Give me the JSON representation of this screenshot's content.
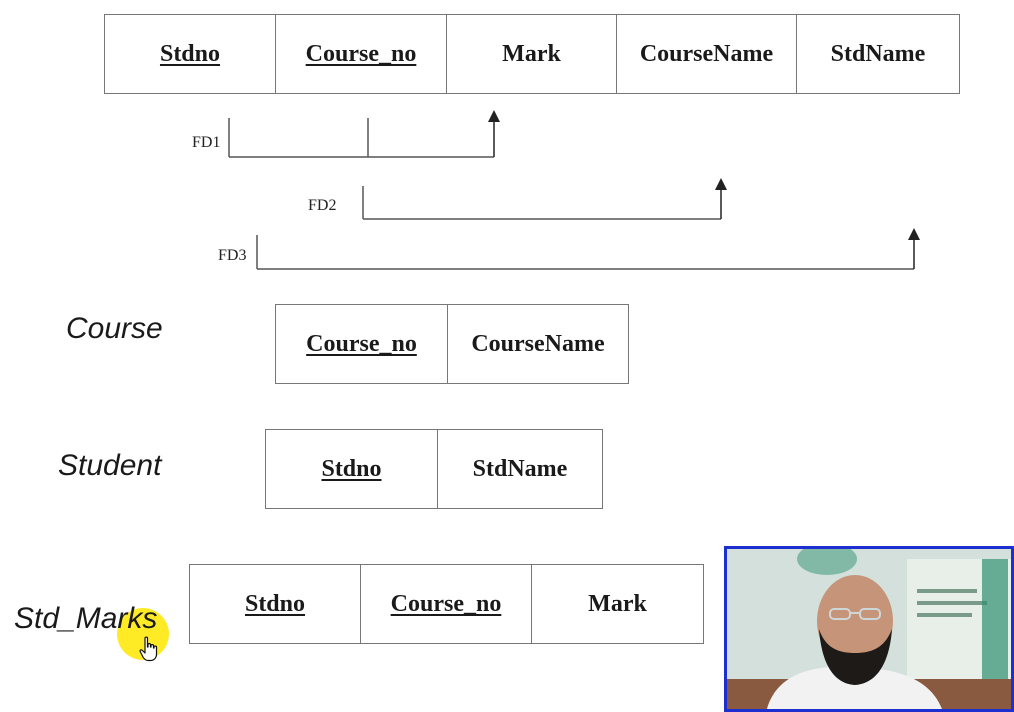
{
  "main_table": {
    "columns": [
      {
        "label": "Stdno",
        "key": true
      },
      {
        "label": "Course_no",
        "key": true
      },
      {
        "label": "Mark",
        "key": false
      },
      {
        "label": "CourseName",
        "key": false
      },
      {
        "label": "StdName",
        "key": false
      }
    ]
  },
  "dependencies": [
    {
      "label": "FD1"
    },
    {
      "label": "FD2"
    },
    {
      "label": "FD3"
    }
  ],
  "relations": [
    {
      "name": "Course",
      "columns": [
        {
          "label": "Course_no",
          "key": true
        },
        {
          "label": "CourseName",
          "key": false
        }
      ]
    },
    {
      "name": "Student",
      "columns": [
        {
          "label": "Stdno",
          "key": true
        },
        {
          "label": "StdName",
          "key": false
        }
      ]
    },
    {
      "name": "Std_Marks",
      "columns": [
        {
          "label": "Stdno",
          "key": true
        },
        {
          "label": "Course_no",
          "key": true
        },
        {
          "label": "Mark",
          "key": false
        }
      ]
    }
  ],
  "colors": {
    "border": "#777777",
    "text": "#1a1a1a",
    "cursor_highlight": "#ffe600",
    "webcam_border": "#1e2fd0"
  },
  "icons": [
    "hand-pointer-icon"
  ]
}
